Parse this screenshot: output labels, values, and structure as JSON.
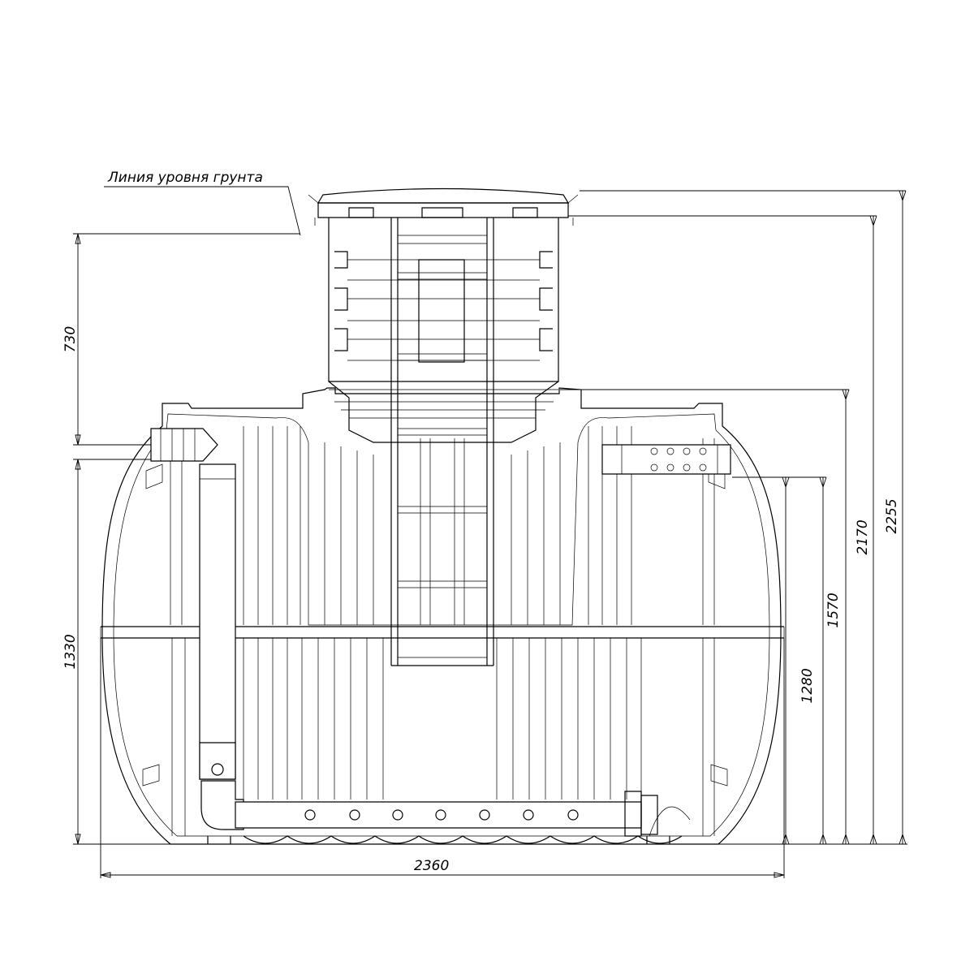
{
  "annotation": {
    "ground_level": "Линия уровня грунта"
  },
  "dimensions": {
    "width_total": "2360",
    "height_neck": "730",
    "height_body": "1330",
    "height_outlet": "1280",
    "height_inlet": "1570",
    "height_neck_top": "2170",
    "height_total": "2255"
  }
}
